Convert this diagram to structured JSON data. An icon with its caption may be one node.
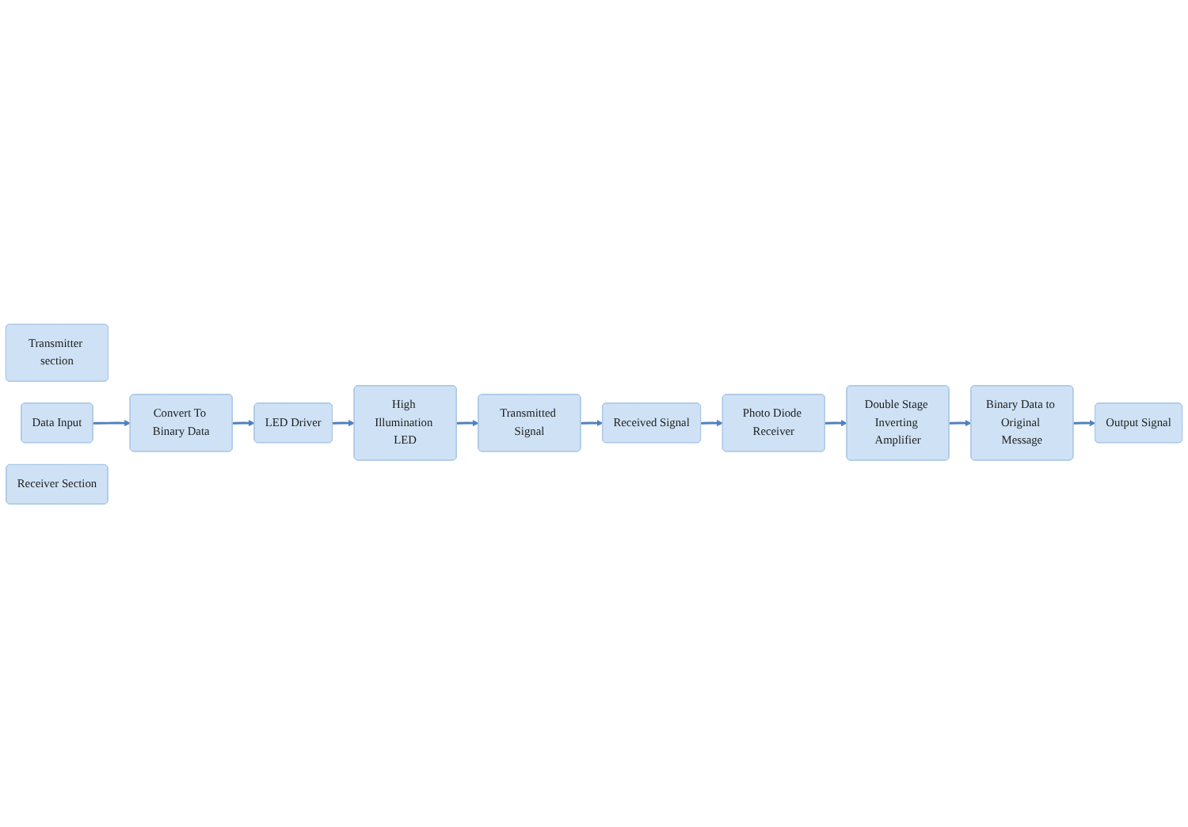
{
  "diagram": {
    "nodes": [
      {
        "text": [
          "Transmitter section"
        ]
      },
      {
        "text": [
          "Data Input"
        ]
      },
      {
        "text": [
          "Convert To Binary Data"
        ]
      },
      {
        "text": [
          "LED Driver"
        ]
      },
      {
        "text": [
          "High Illumination LED"
        ]
      },
      {
        "text": [
          "Transmitted Signal"
        ]
      },
      {
        "text": [
          "Received Signal"
        ]
      },
      {
        "text": [
          "Output Signal"
        ]
      },
      {
        "text": [
          "Binary Data to Original Message"
        ]
      },
      {
        "text": [
          "Double Stage Inverting Amplifier"
        ]
      },
      {
        "text": [
          "Photo Diode Receiver"
        ]
      },
      {
        "text": [
          "Receiver Section"
        ]
      }
    ],
    "edges": [
      {
        "from": 1,
        "to": 2,
        "arrow": "to"
      },
      {
        "from": 2,
        "to": 3,
        "arrow": "to"
      },
      {
        "from": 3,
        "to": 4,
        "arrow": "to"
      },
      {
        "from": 4,
        "to": 5,
        "arrow": "to"
      },
      {
        "from": 5,
        "to": 6,
        "arrow": "to"
      },
      {
        "from": 6,
        "to": 10,
        "arrow": "to"
      },
      {
        "from": 10,
        "to": 9,
        "arrow": "to"
      },
      {
        "from": 9,
        "to": 8,
        "arrow": "to"
      },
      {
        "from": 8,
        "to": 7,
        "arrow": "to"
      }
    ]
  }
}
